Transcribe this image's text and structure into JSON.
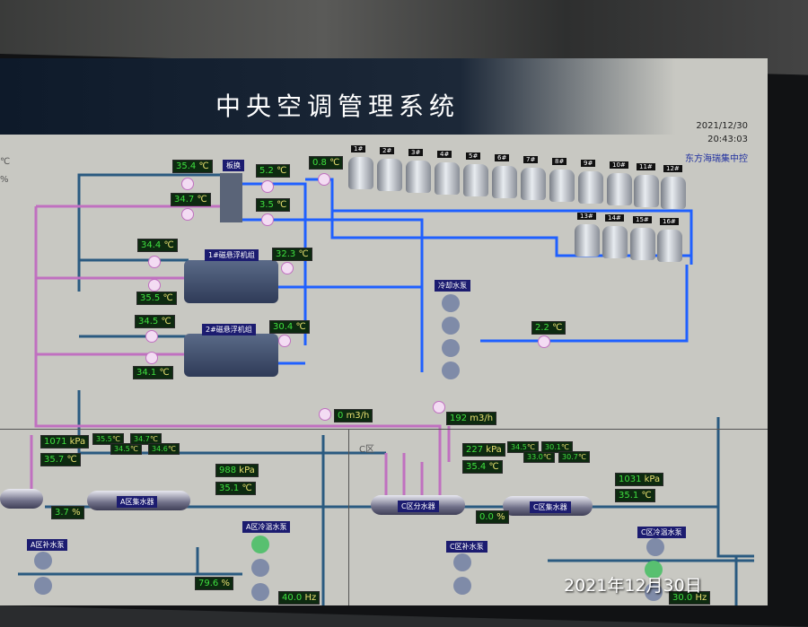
{
  "header": {
    "title": "中央空调管理系统",
    "date": "2021/12/30",
    "time": "20:43:03",
    "company": "东方海瑞集中控"
  },
  "edge": {
    "unit1": "℃",
    "unit2": "%"
  },
  "top": {
    "plate_hx_label": "板换",
    "readings": [
      {
        "v": "35.4",
        "u": "℃"
      },
      {
        "v": "5.2",
        "u": "℃"
      },
      {
        "v": "0.8",
        "u": "℃"
      },
      {
        "v": "34.7",
        "u": "℃"
      },
      {
        "v": "3.5",
        "u": "℃"
      },
      {
        "v": "34.4",
        "u": "℃"
      },
      {
        "v": "32.3",
        "u": "℃"
      },
      {
        "v": "35.5",
        "u": "℃"
      },
      {
        "v": "34.5",
        "u": "℃"
      },
      {
        "v": "30.4",
        "u": "℃"
      },
      {
        "v": "34.1",
        "u": "℃"
      },
      {
        "v": "2.2",
        "u": "℃"
      },
      {
        "v": "0",
        "u": "m3/h"
      },
      {
        "v": "192",
        "u": "m3/h"
      }
    ],
    "chiller1_label": "1#磁悬浮机组",
    "chiller2_label": "2#磁悬浮机组",
    "cooling_pump_label": "冷却水泵",
    "fans": [
      "1#",
      "2#",
      "3#",
      "4#",
      "5#",
      "6#",
      "7#",
      "8#",
      "9#",
      "10#",
      "11#",
      "12#",
      "13#",
      "14#",
      "15#",
      "16#"
    ]
  },
  "zone_a": {
    "readings": [
      {
        "v": "1071",
        "u": "kPa"
      },
      {
        "v": "35.7",
        "u": "℃"
      },
      {
        "v": "35.5",
        "u": "℃"
      },
      {
        "v": "34.5",
        "u": "℃"
      },
      {
        "v": "34.7",
        "u": "℃"
      },
      {
        "v": "34.6",
        "u": "℃"
      },
      {
        "v": "988",
        "u": "kPa"
      },
      {
        "v": "35.1",
        "u": "℃"
      },
      {
        "v": "3.7",
        "u": "%"
      },
      {
        "v": "79.6",
        "u": "%"
      },
      {
        "v": "40.0",
        "u": "Hz"
      }
    ],
    "collector_label": "A区集水器",
    "makeup_pump_label": "A区补水泵",
    "circ_pump_label": "A区冷温水泵"
  },
  "zone_c": {
    "title": "C区",
    "readings": [
      {
        "v": "227",
        "u": "kPa"
      },
      {
        "v": "35.4",
        "u": "℃"
      },
      {
        "v": "34.5",
        "u": "℃"
      },
      {
        "v": "33.0",
        "u": "℃"
      },
      {
        "v": "30.1",
        "u": "℃"
      },
      {
        "v": "30.7",
        "u": "℃"
      },
      {
        "v": "1031",
        "u": "kPa"
      },
      {
        "v": "35.1",
        "u": "℃"
      },
      {
        "v": "0.0",
        "u": "%"
      },
      {
        "v": "30.0",
        "u": "Hz"
      }
    ],
    "distributor_label": "C区分水器",
    "collector_label": "C区集水器",
    "makeup_pump_label": "C区补水泵",
    "circ_pump_label": "C区冷温水泵"
  },
  "photo_stamp": "2021年12月30日"
}
